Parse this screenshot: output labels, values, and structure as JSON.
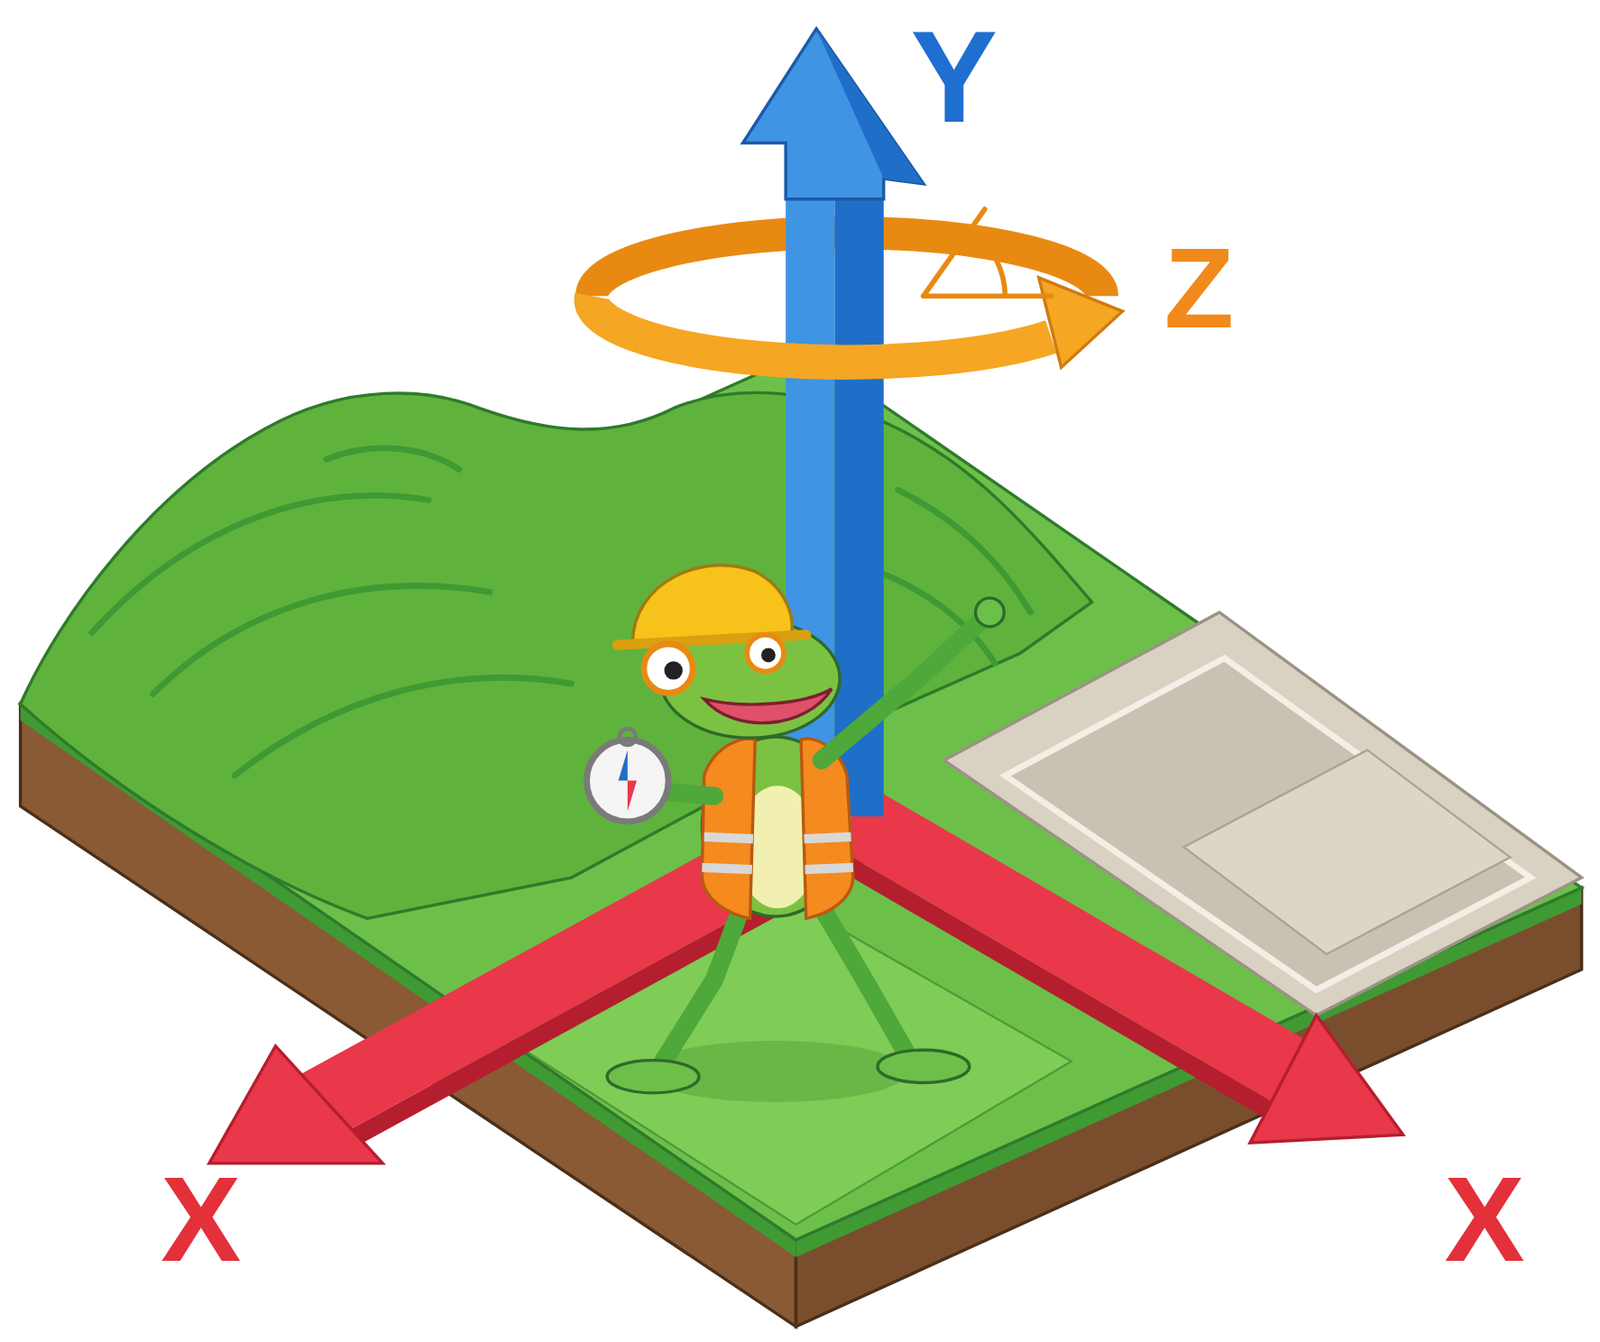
{
  "diagram": {
    "labels": [
      "Y",
      "Z",
      "X",
      "X"
    ]
  }
}
